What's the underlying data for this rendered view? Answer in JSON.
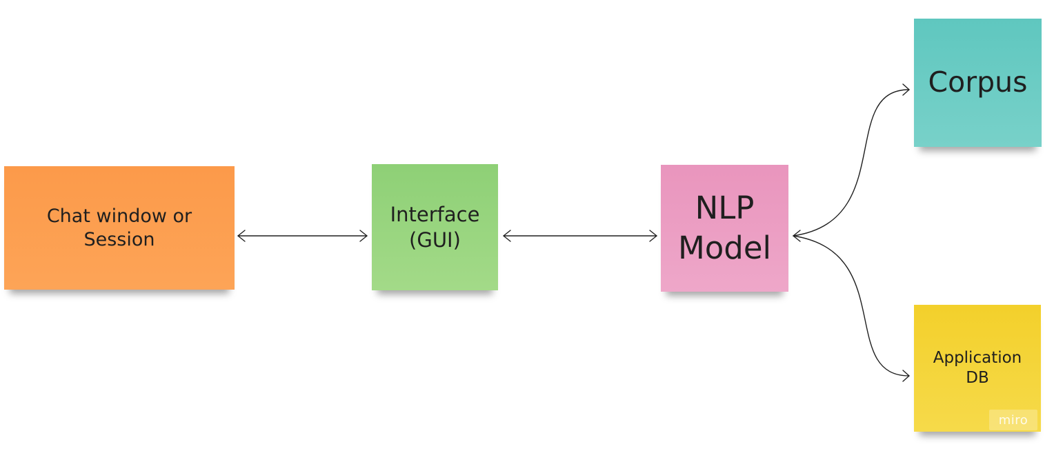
{
  "diagram": {
    "nodes": {
      "chat": {
        "label": "Chat window or\nSession",
        "color": "#fc9a4a"
      },
      "interface": {
        "label": "Interface\n(GUI)",
        "color": "#8ed076"
      },
      "nlp": {
        "label": "NLP\nModel",
        "color": "#e995bd"
      },
      "corpus": {
        "label": "Corpus",
        "color": "#5fc7bf"
      },
      "appdb": {
        "label": "Application\nDB",
        "color": "#f3d02b"
      }
    },
    "edges": [
      {
        "from": "chat",
        "to": "interface",
        "direction": "both"
      },
      {
        "from": "interface",
        "to": "nlp",
        "direction": "both"
      },
      {
        "from": "nlp",
        "to": "corpus",
        "direction": "both"
      },
      {
        "from": "nlp",
        "to": "appdb",
        "direction": "both"
      }
    ],
    "watermark": "miro"
  }
}
